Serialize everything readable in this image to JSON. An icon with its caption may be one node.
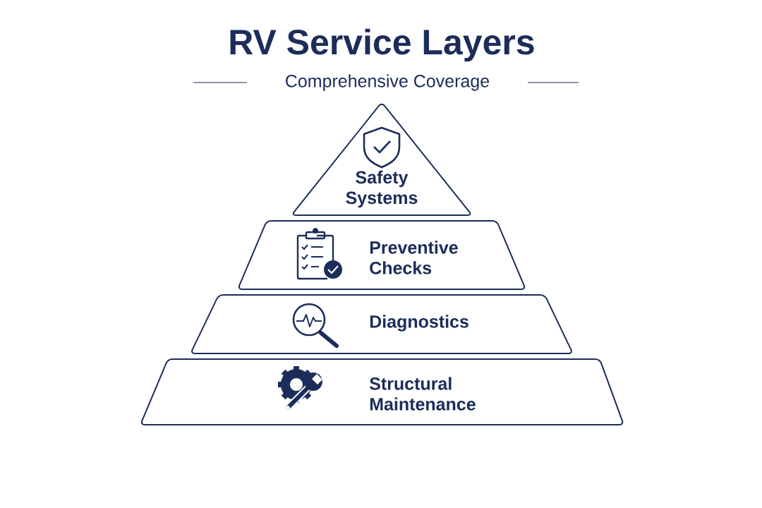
{
  "diagram": {
    "title": "RV Service Layers",
    "nodes": [
      {
        "text": [
          "Safety Systems"
        ]
      },
      {
        "text": [
          "Preventive Checks"
        ]
      },
      {
        "text": [
          "Diagnostics"
        ]
      },
      {
        "text": [
          "Structural Maintenance"
        ]
      }
    ],
    "labels": [
      "Comprehensive Coverage"
    ]
  }
}
